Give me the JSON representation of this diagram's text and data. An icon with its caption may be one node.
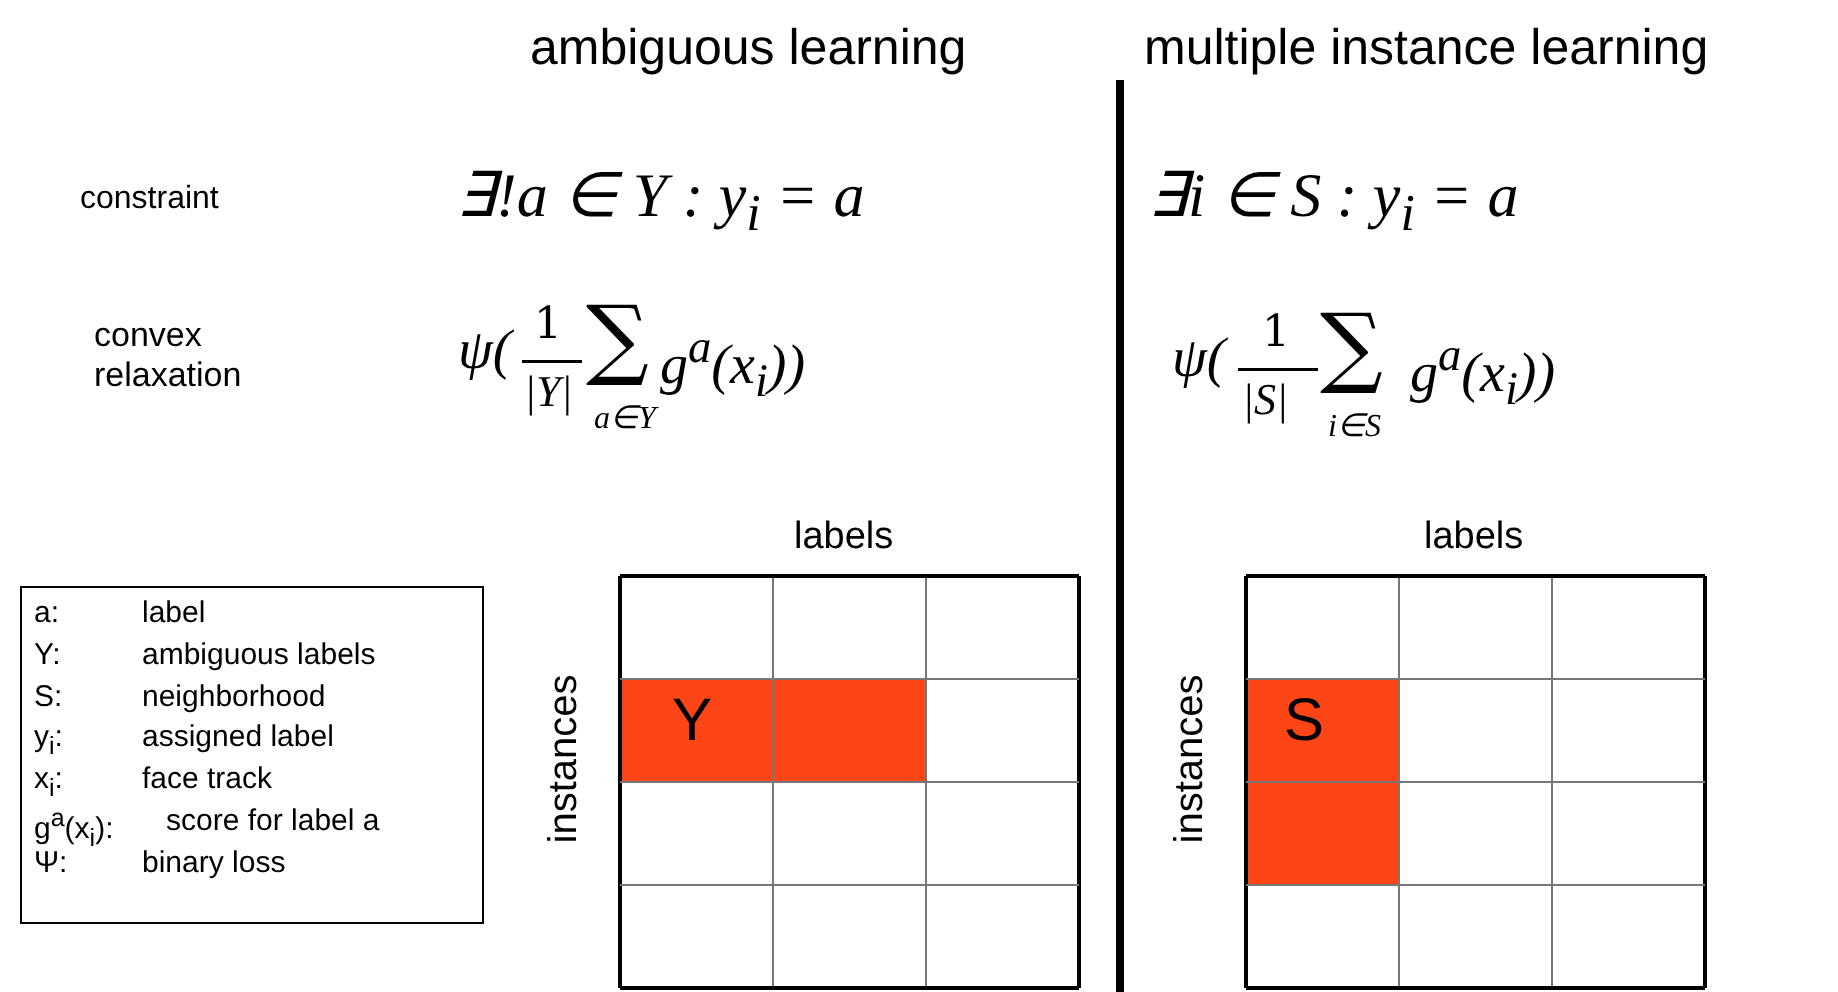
{
  "diagram": {
    "labels": [
      "ambiguous learning",
      "multiple instance learning",
      "constraint",
      "∃!a ∈ Y : y$_{i}$ = a",
      "∃i ∈ S : y$_{i}$ = a",
      "convex relaxation",
      "ψ(",
      "1",
      "|Y|",
      "∑",
      "g$^{a}$(x$_{i}$))",
      "a∈Y",
      "ψ(",
      "1",
      "|S|",
      "∑",
      "g$^{a}$(x$_{i}$))",
      "i∈S",
      "labels",
      "labels",
      "instances",
      "Y",
      "instances",
      "S",
      "a:",
      "label",
      "Y:",
      "ambiguous labels",
      "S:",
      "neighborhood",
      "y$_{i}$:",
      "assigned label",
      "x$_{i}$:",
      "face track",
      "g$^{a}$(x$_{i}$):",
      "score for label a",
      "Ψ:",
      "binary loss"
    ]
  }
}
